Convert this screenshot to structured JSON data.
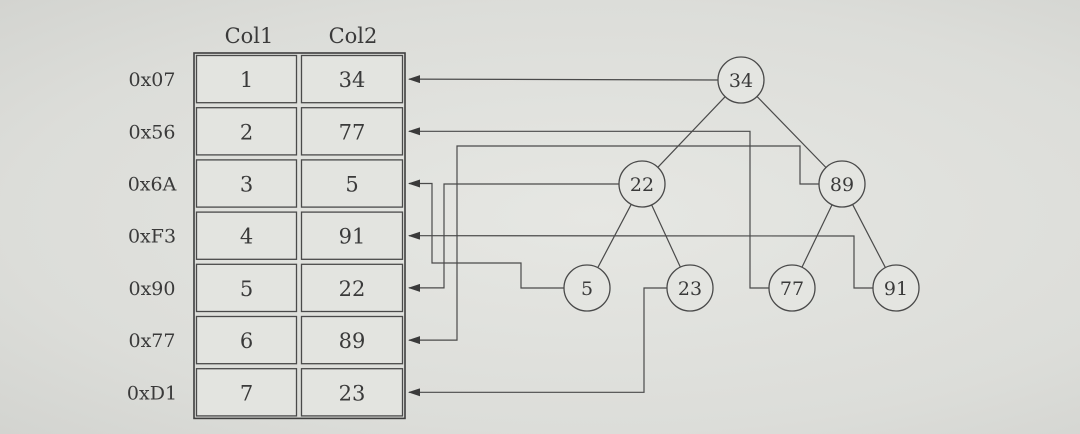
{
  "table": {
    "headers": [
      "Col1",
      "Col2"
    ],
    "rows": [
      {
        "address": "0x07",
        "col1": "1",
        "col2": "34"
      },
      {
        "address": "0x56",
        "col1": "2",
        "col2": "77"
      },
      {
        "address": "0x6A",
        "col1": "3",
        "col2": "5"
      },
      {
        "address": "0xF3",
        "col1": "4",
        "col2": "91"
      },
      {
        "address": "0x90",
        "col1": "5",
        "col2": "22"
      },
      {
        "address": "0x77",
        "col1": "6",
        "col2": "89"
      },
      {
        "address": "0xD1",
        "col1": "7",
        "col2": "23"
      }
    ]
  },
  "tree": {
    "nodes": [
      {
        "id": "n34",
        "label": "34",
        "row": 1
      },
      {
        "id": "n22",
        "label": "22",
        "row": 5
      },
      {
        "id": "n89",
        "label": "89",
        "row": 6
      },
      {
        "id": "n5",
        "label": "5",
        "row": 3
      },
      {
        "id": "n23",
        "label": "23",
        "row": 7
      },
      {
        "id": "n77",
        "label": "77",
        "row": 2
      },
      {
        "id": "n91",
        "label": "91",
        "row": 4
      }
    ],
    "edges": [
      [
        "n34",
        "n22"
      ],
      [
        "n34",
        "n89"
      ],
      [
        "n22",
        "n5"
      ],
      [
        "n22",
        "n23"
      ],
      [
        "n89",
        "n77"
      ],
      [
        "n89",
        "n91"
      ]
    ]
  }
}
